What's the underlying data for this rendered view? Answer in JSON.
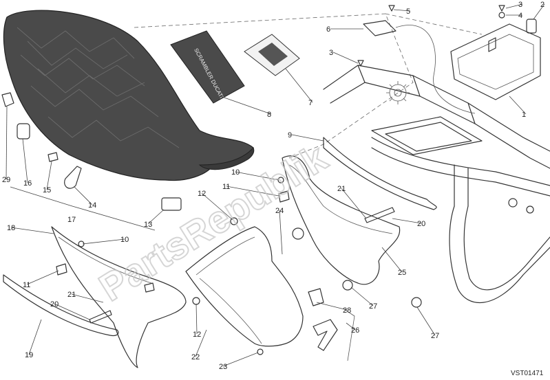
{
  "diagram": {
    "drawing_code": "VST01471",
    "watermark": "PartsRepublik",
    "booklet_text": "SCRAMBLER DUCATI",
    "callouts": [
      "1",
      "2",
      "3",
      "4",
      "5",
      "6",
      "3",
      "7",
      "8",
      "9",
      "10",
      "11",
      "12",
      "13",
      "14",
      "15",
      "16",
      "17",
      "18",
      "10",
      "11",
      "20",
      "21",
      "12",
      "22",
      "23",
      "24",
      "28",
      "26",
      "27",
      "25",
      "20",
      "21",
      "27",
      "19",
      "29"
    ],
    "colors": {
      "seat_fill": "#4a4a4a",
      "line": "#333333",
      "watermark": "#c8c8c8"
    }
  }
}
